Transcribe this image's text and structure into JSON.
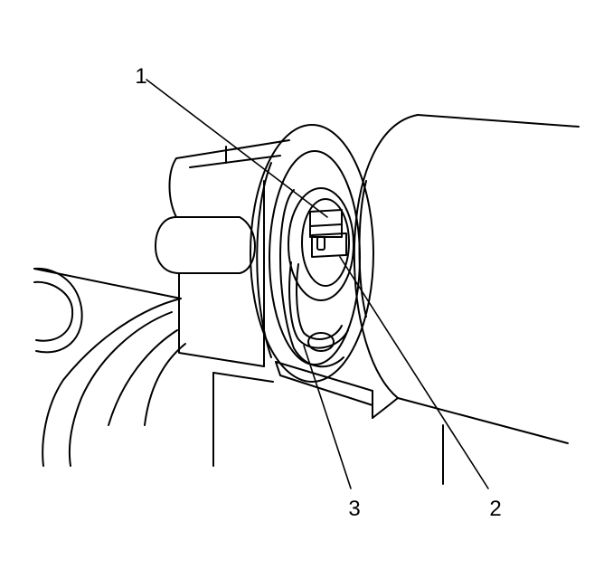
{
  "figure": {
    "callouts": [
      {
        "id": "callout-1",
        "label": "1"
      },
      {
        "id": "callout-2",
        "label": "2"
      },
      {
        "id": "callout-3",
        "label": "3"
      }
    ],
    "line_color": "#000000",
    "background": "#ffffff"
  }
}
